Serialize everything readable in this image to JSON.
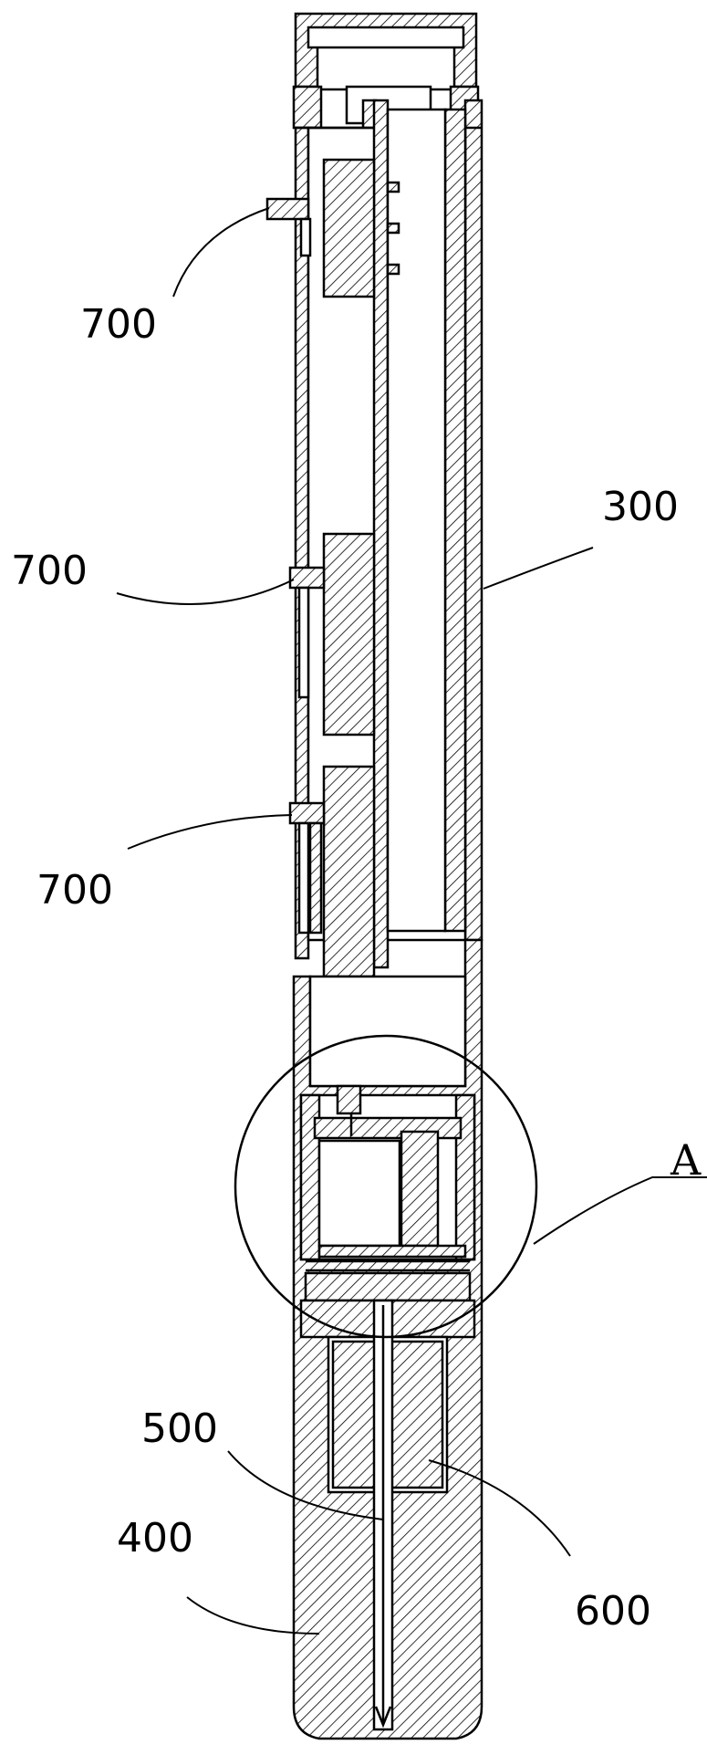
{
  "labels": {
    "part_700_top": "700",
    "part_700_mid": "700",
    "part_700_low": "700",
    "part_300": "300",
    "detail_a": "A",
    "part_500": "500",
    "part_400": "400",
    "part_600": "600"
  }
}
